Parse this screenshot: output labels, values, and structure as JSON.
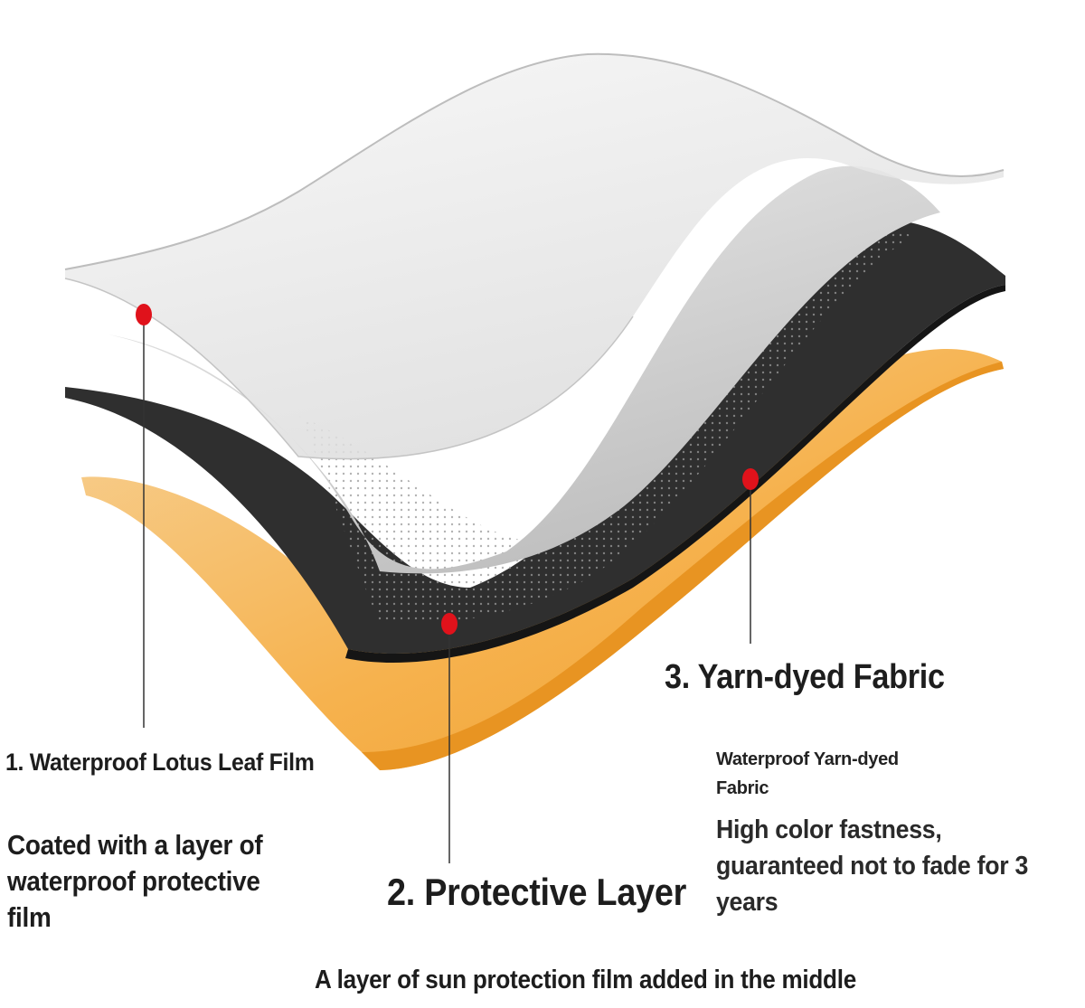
{
  "layers": [
    {
      "label": "1. Waterproof Lotus Leaf Film",
      "description": "Coated with a layer of waterproof protective film",
      "color": "#d9d9d9"
    },
    {
      "label": "2. Protective Layer",
      "description": "A layer of sun protection film added in the middle",
      "color": "#3a3a3a"
    },
    {
      "label": "3. Yarn-dyed Fabric",
      "subtitle": "Waterproof Yarn-dyed Fabric",
      "description": "High color fastness, guaranteed not to fade for 3 years",
      "color": "#f4a93a"
    }
  ],
  "marker_color": "#e0121b"
}
